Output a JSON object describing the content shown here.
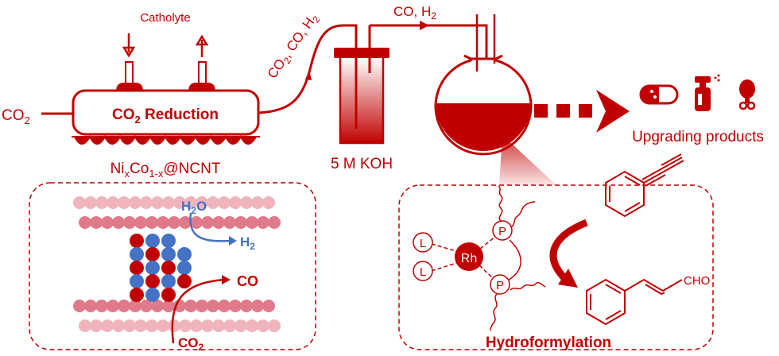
{
  "colors": {
    "accent": "#c00000",
    "blue": "#4472c4",
    "pink": "#e07a8a",
    "light_pink": "#f0b4bd"
  },
  "reactor": {
    "inlet_label": "CO",
    "inlet_sub": "2",
    "title": "CO",
    "title_sub": "2",
    "title_rest": " Reduction",
    "catholyte_label": "Catholyte",
    "catalyst": {
      "a": "Ni",
      "a_sub": "x",
      "b": "Co",
      "b_sub": "1-x",
      "c": "@NCNT"
    }
  },
  "gas_line_1": {
    "a": "CO",
    "a_sub": "2",
    "b": ", CO, H",
    "b_sub": "2"
  },
  "gas_line_2": {
    "a": "CO, H",
    "a_sub": "2"
  },
  "trap": {
    "label": "5 M KOH"
  },
  "products": {
    "label": "Upgrading products",
    "icons": [
      "pill-icon",
      "spray-bottle-icon",
      "chicken-leg-icon"
    ]
  },
  "mechanism": {
    "h2o": "H",
    "h2o_sub": "2",
    "h2o_rest": "O",
    "h2": "H",
    "h2_sub": "2",
    "co": "CO",
    "co2": "CO",
    "co2_sub": "2"
  },
  "catalysis": {
    "metal": "Rh",
    "ligand": "L",
    "phosphine": "P",
    "product_group": "CHO",
    "title": "Hydroformylation"
  }
}
